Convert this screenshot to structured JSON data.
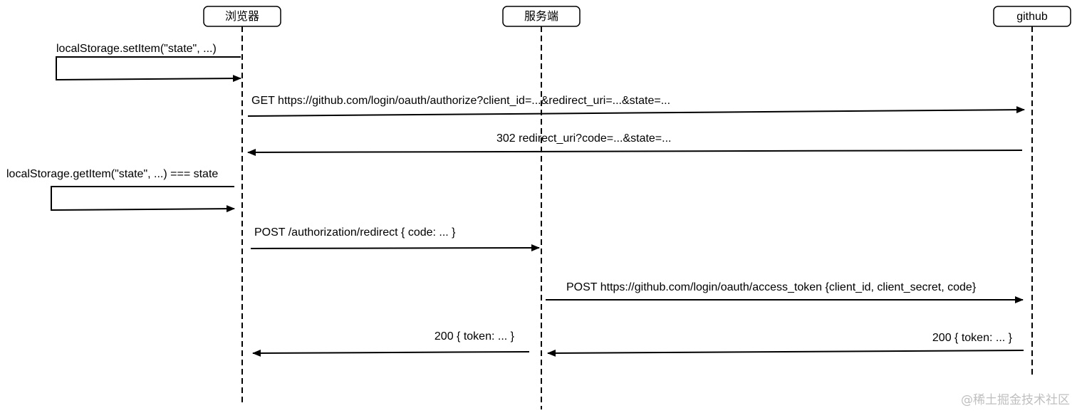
{
  "diagram": {
    "participants": [
      {
        "id": "browser",
        "label": "浏览器"
      },
      {
        "id": "server",
        "label": "服务端"
      },
      {
        "id": "github",
        "label": "github"
      }
    ],
    "messages": [
      {
        "id": "m1",
        "from": "browser",
        "to": "browser",
        "self": true,
        "label": "localStorage.setItem(\"state\", ...)"
      },
      {
        "id": "m2",
        "from": "browser",
        "to": "github",
        "label": "GET https://github.com/login/oauth/authorize?client_id=...&redirect_uri=...&state=..."
      },
      {
        "id": "m3",
        "from": "github",
        "to": "browser",
        "label": "302 redirect_uri?code=...&state=..."
      },
      {
        "id": "m4",
        "from": "browser",
        "to": "browser",
        "self": true,
        "label": "localStorage.getItem(\"state\", ...) === state"
      },
      {
        "id": "m5",
        "from": "browser",
        "to": "server",
        "label": "POST /authorization/redirect { code: ... }"
      },
      {
        "id": "m6",
        "from": "server",
        "to": "github",
        "label": "POST https://github.com/login/oauth/access_token {client_id, client_secret, code}"
      },
      {
        "id": "m7",
        "from": "server",
        "to": "browser",
        "label": "200 { token: ... }"
      },
      {
        "id": "m8",
        "from": "github",
        "to": "server",
        "label": "200 { token: ... }"
      }
    ]
  },
  "watermark": "@稀土掘金技术社区",
  "colors": {
    "line": "#000000",
    "box_fill": "#ffffff",
    "watermark": "#bfbfbf"
  }
}
